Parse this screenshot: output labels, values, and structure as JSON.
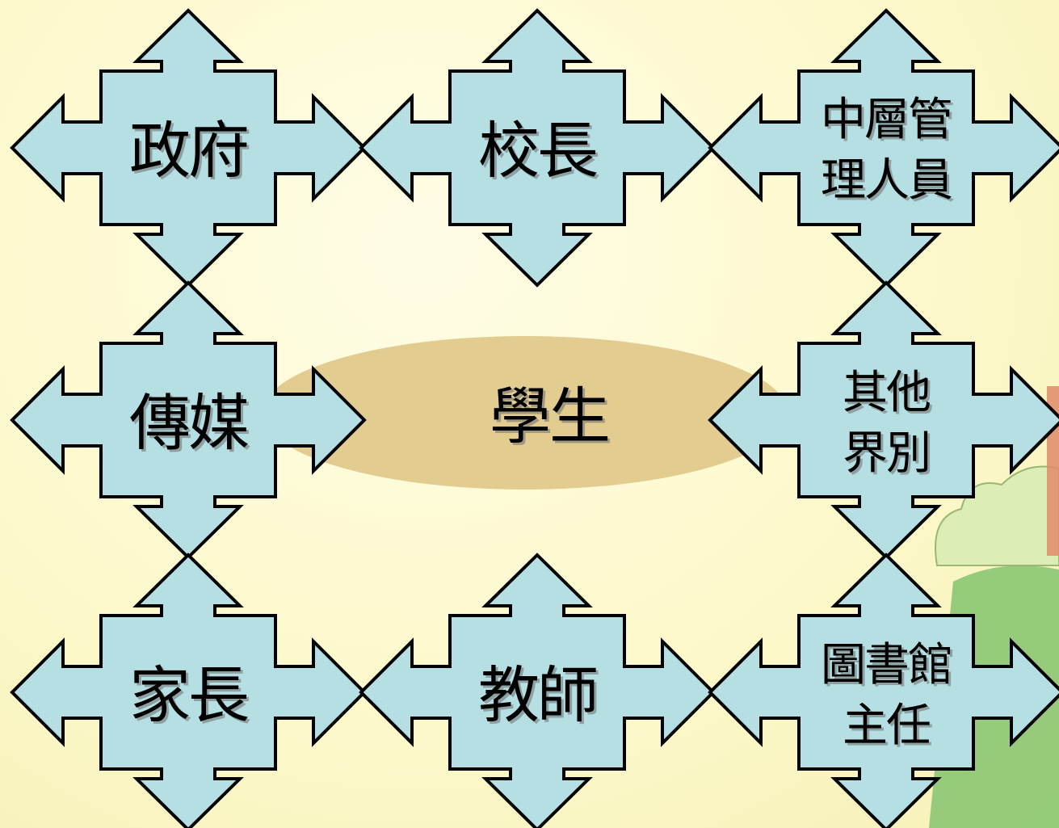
{
  "diagram": {
    "center": {
      "label": "學生"
    },
    "nodes": {
      "government": {
        "label": "政府"
      },
      "principal": {
        "label": "校長"
      },
      "middle_management": {
        "line1": "中層管",
        "line2": "理人員"
      },
      "media": {
        "label": "傳媒"
      },
      "other_sectors": {
        "line1": "其他",
        "line2": "界別"
      },
      "parents": {
        "label": "家長"
      },
      "teachers": {
        "label": "教師"
      },
      "librarian": {
        "line1": "圖書館",
        "line2": "主任"
      }
    },
    "colors": {
      "arrow_fill": "#b5dfe3",
      "arrow_stroke": "#000000",
      "center_fill": "#e2cc90",
      "background": "#fdfbd0",
      "hill": "#7fc06a",
      "bush": "#cfe6a8"
    }
  }
}
